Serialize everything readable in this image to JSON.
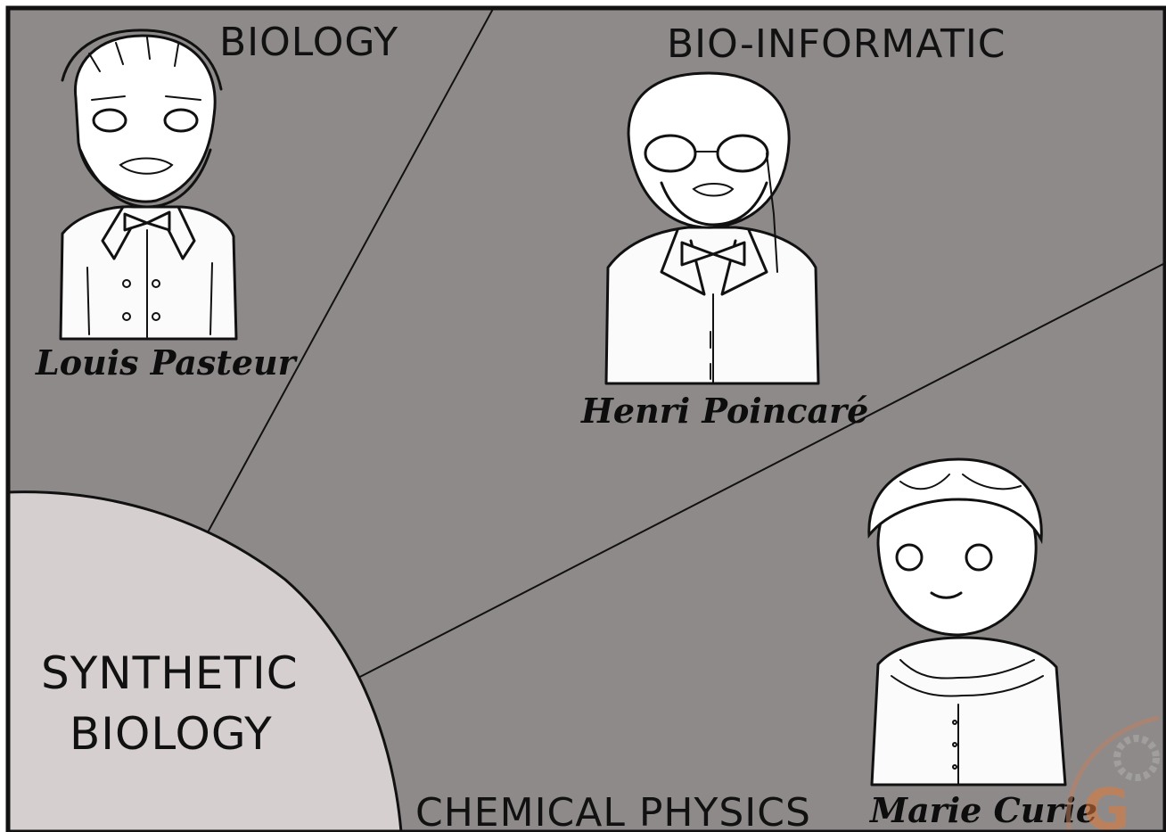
{
  "regions": {
    "biology": "BIOLOGY",
    "bioinformatic": "BIO-INFORMATIC",
    "chemical_physics": "CHEMICAL PHYSICS",
    "synthetic_line1": "SYNTHETIC",
    "synthetic_line2": "BIOLOGY"
  },
  "scientists": [
    {
      "name": "Louis Pasteur"
    },
    {
      "name": "Henri Poincaré"
    },
    {
      "name": "Marie Curie"
    }
  ],
  "colors": {
    "background": "#8f8a8a",
    "center_circle": "#d6cfcf",
    "ink": "#111111",
    "watermark": "#e07a3a"
  },
  "icons": {
    "watermark": "gear-logo-icon"
  }
}
